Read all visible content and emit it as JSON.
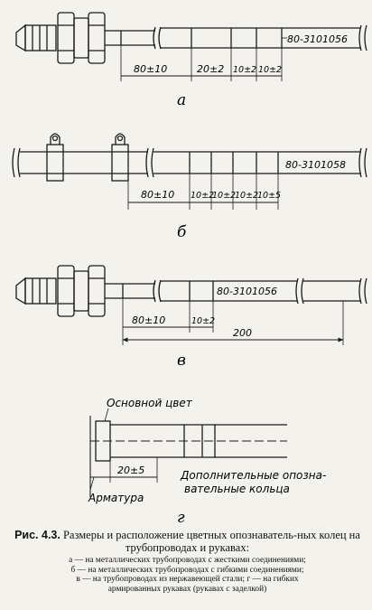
{
  "figure_a": {
    "dims": [
      "80±10",
      "20±2",
      "10±2",
      "10±2"
    ],
    "code": "80-3101056",
    "letter": "а"
  },
  "figure_b": {
    "dims": [
      "80±10",
      "10±2",
      "10±2",
      "10±2",
      "10±5"
    ],
    "code": "80-3101058",
    "letter": "б"
  },
  "figure_v": {
    "dims": [
      "80±10",
      "10±2",
      "200"
    ],
    "code": "80-3101056",
    "letter": "в"
  },
  "figure_g": {
    "label_main": "Основной цвет",
    "dim": "20±5",
    "label_extra_1": "Дополнительные опозна-",
    "label_extra_2": "вательные кольца",
    "label_fitting": "Арматура",
    "letter": "г"
  },
  "caption": {
    "prefix": "Рис. 4.3.",
    "title": "Размеры и расположение цветных опознаватель-ных колец на трубопроводах и рукавах:",
    "legend": [
      "а — на металлических трубопроводах с жесткими соединениями;",
      "б — на металлических трубопроводах с гибкими соединениями;",
      "в — на трубопроводах из нержавеющей стали; г — на гибких",
      "армированных рукавах (рукавах с заделкой)"
    ]
  }
}
